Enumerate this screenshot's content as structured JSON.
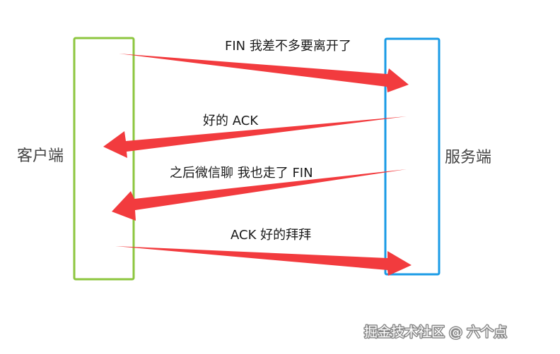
{
  "client_label": "客户端",
  "server_label": "服务端",
  "messages": [
    {
      "label": "FIN  我差不多要离开了",
      "direction": "to-server"
    },
    {
      "label": "好的  ACK",
      "direction": "to-client"
    },
    {
      "label": "之后微信聊   我也走了  FIN",
      "direction": "to-client"
    },
    {
      "label": "ACK 好的拜拜",
      "direction": "to-server"
    }
  ],
  "watermark": "掘金技术社区 @ 六个点",
  "colors": {
    "client_box": "#8dc63f",
    "server_box": "#1a9be6",
    "arrow": "#f23b3e"
  }
}
